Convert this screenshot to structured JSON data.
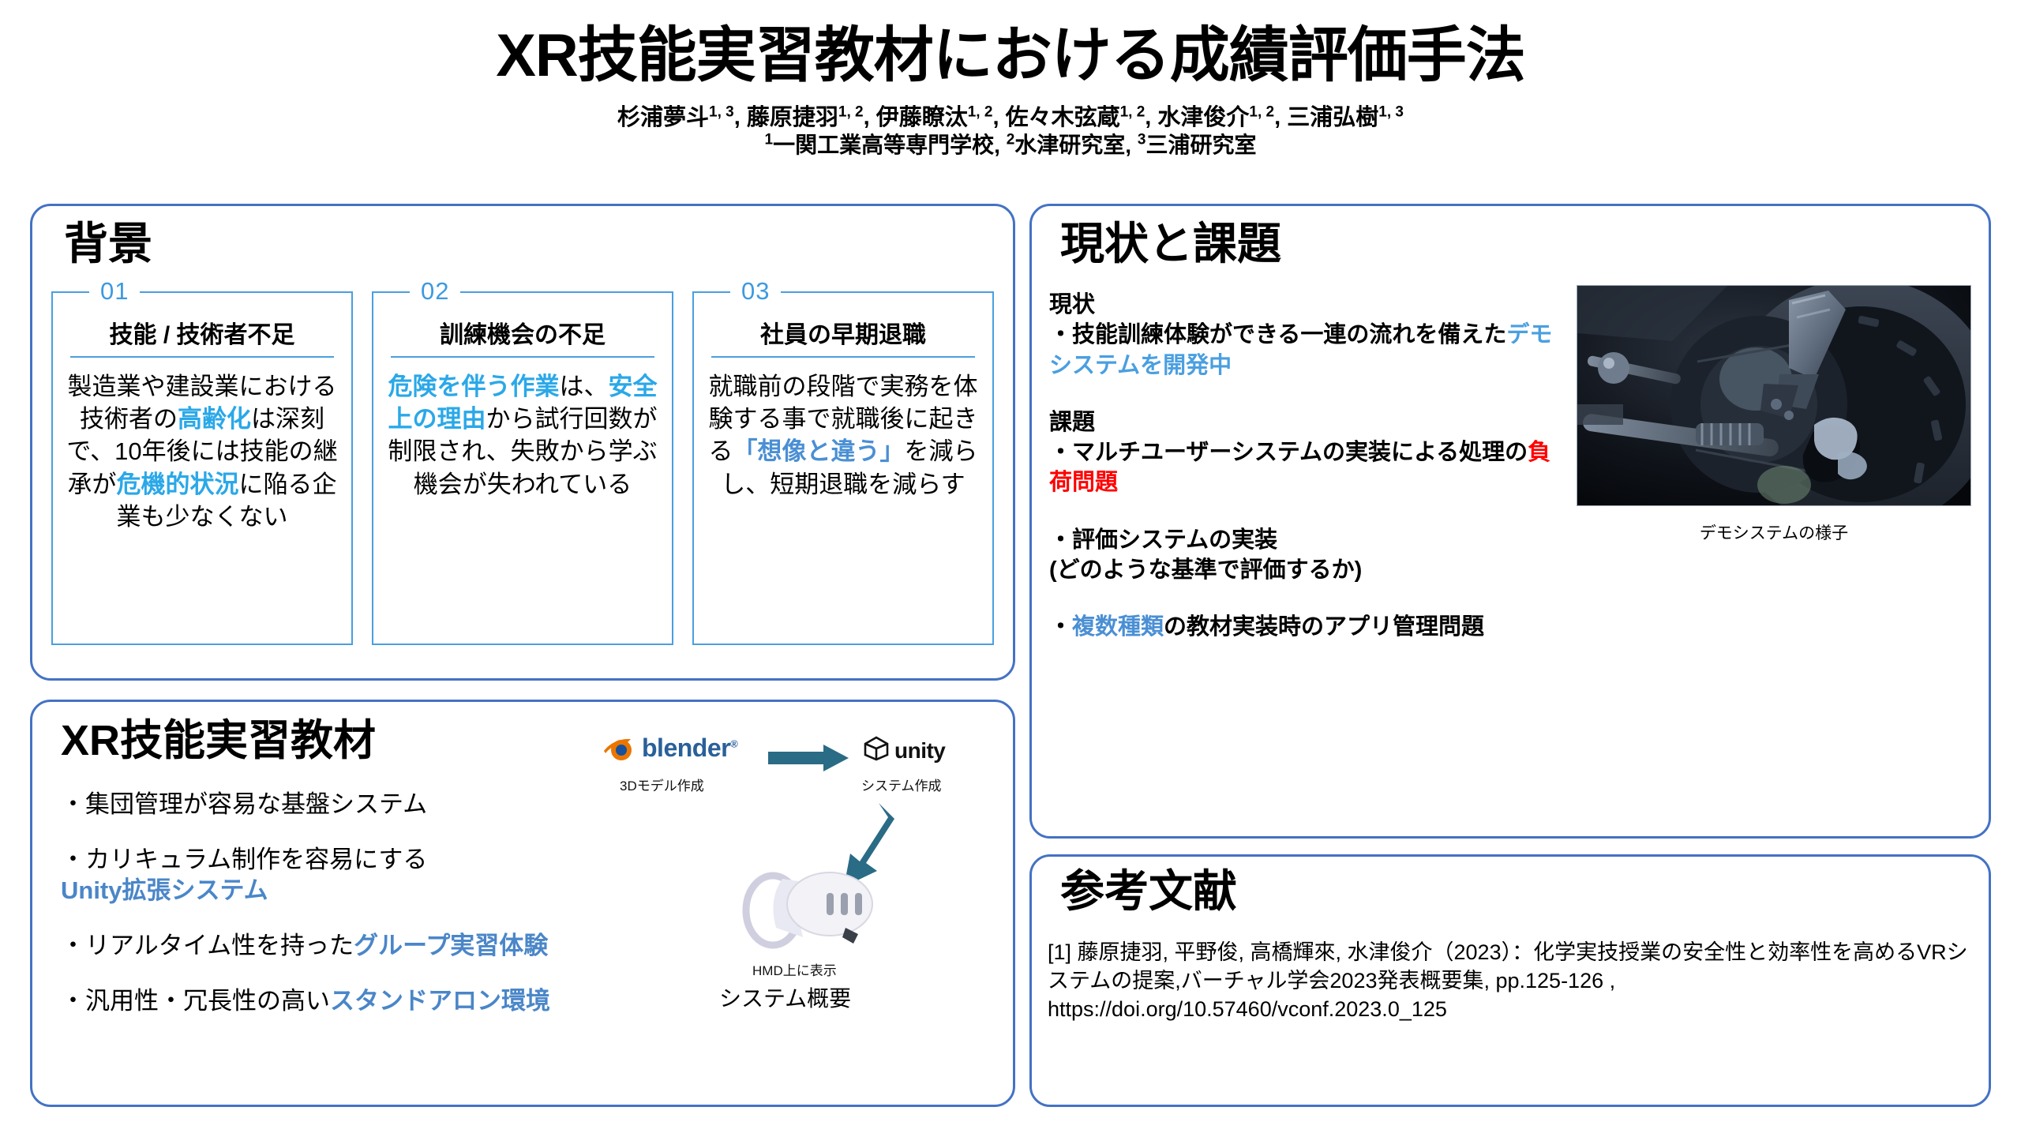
{
  "header": {
    "title": "XR技能実習教材における成績評価手法",
    "authors": [
      {
        "name": "杉浦夢斗",
        "sup": "1, 3"
      },
      {
        "name": "藤原捷羽",
        "sup": "1, 2"
      },
      {
        "name": "伊藤瞭汰",
        "sup": "1, 2"
      },
      {
        "name": "佐々木弦蔵",
        "sup": "1, 2"
      },
      {
        "name": "水津俊介",
        "sup": "1, 2"
      },
      {
        "name": "三浦弘樹",
        "sup": "1, 3"
      }
    ],
    "affiliations": [
      {
        "sup": "1",
        "name": "一関工業高等専門学校"
      },
      {
        "sup": "2",
        "name": "水津研究室"
      },
      {
        "sup": "3",
        "name": "三浦研究室"
      }
    ]
  },
  "background": {
    "title": "背景",
    "cards": [
      {
        "number": "01",
        "heading": "技能 / 技術者不足",
        "body_runs": [
          {
            "text": "製造業や建設業における技術者の",
            "style": "normal"
          },
          {
            "text": "高齢化",
            "style": "hl"
          },
          {
            "text": "は深刻で、10年後には技能の継承が",
            "style": "normal"
          },
          {
            "text": "危機的状況",
            "style": "hl"
          },
          {
            "text": "に陥る企業も少なくない",
            "style": "normal"
          }
        ]
      },
      {
        "number": "02",
        "heading": "訓練機会の不足",
        "body_runs": [
          {
            "text": "危険を伴う作業",
            "style": "hl"
          },
          {
            "text": "は、",
            "style": "normal"
          },
          {
            "text": "安全上の理由",
            "style": "hl"
          },
          {
            "text": "から試行回数が制限され、失敗から学ぶ機会が失われている",
            "style": "normal"
          }
        ]
      },
      {
        "number": "03",
        "heading": "社員の早期退職",
        "body_runs": [
          {
            "text": "就職前の段階で実務を体験する事で就職後に起きる",
            "style": "normal"
          },
          {
            "text": "「想像と違う」",
            "style": "hl2"
          },
          {
            "text": "を減らし、短期退職を減らす",
            "style": "normal"
          }
        ]
      }
    ]
  },
  "xr": {
    "title": "XR技能実習教材",
    "bullets": [
      {
        "runs": [
          {
            "text": "・集団管理が容易な基盤システム",
            "style": "normal"
          }
        ]
      },
      {
        "runs": [
          {
            "text": "・カリキュラム制作を容易にする",
            "style": "normal"
          },
          {
            "text": "Unity拡張システム",
            "style": "accent",
            "newline": true
          }
        ]
      },
      {
        "runs": [
          {
            "text": "・リアルタイム性を持った",
            "style": "normal"
          },
          {
            "text": "グループ実習体験",
            "style": "accent"
          }
        ]
      },
      {
        "runs": [
          {
            "text": "・汎用性・冗長性の高い",
            "style": "normal"
          },
          {
            "text": "スタンドアロン環境",
            "style": "accent"
          }
        ]
      }
    ],
    "diagram": {
      "blender_label": "blender",
      "blender_sup": "®",
      "blender_caption": "3Dモデル作成",
      "unity_label": "unity",
      "unity_caption": "システム作成",
      "hmd_caption": "HMD上に表示",
      "overview_caption": "システム概要",
      "arrow_color": "#2a6b85"
    }
  },
  "status": {
    "title": "現状と課題",
    "current_label": "現状",
    "current_runs": [
      {
        "text": "・技能訓練体験ができる一連の流れを備えた",
        "style": "normal"
      },
      {
        "text": "デモシステムを開発中",
        "style": "cyanblue"
      }
    ],
    "issues_label": "課題",
    "issues": [
      {
        "runs": [
          {
            "text": "・マルチユーザーシステムの実装による処理の",
            "style": "normal"
          },
          {
            "text": "負荷問題",
            "style": "red"
          }
        ]
      },
      {
        "runs": [
          {
            "text": "・評価システムの実装",
            "style": "normal"
          },
          {
            "text": "(どのような基準で評価するか)",
            "style": "normal",
            "newline": true
          }
        ]
      },
      {
        "runs": [
          {
            "text": "・",
            "style": "normal"
          },
          {
            "text": "複数種類",
            "style": "blue"
          },
          {
            "text": "の教材実装時のアプリ管理問題",
            "style": "normal"
          }
        ]
      }
    ],
    "demo_caption": "デモシステムの様子"
  },
  "references": {
    "title": "参考文献",
    "entries": [
      "[1] 藤原捷羽, 平野俊, 高橋輝來, 水津俊介（2023）：化学実技授業の安全性と効率性を高めるVRシステムの提案,バーチャル学会2023発表概要集, pp.125-126 ,",
      "https://doi.org/10.57460/vconf.2023.0_125"
    ]
  },
  "colors": {
    "panel_border": "#4472c4",
    "card_border": "#4a9fe0",
    "highlight_cyan": "#2aa8e8",
    "highlight_blue": "#4a8fd4",
    "accent_blue": "#4a86c8",
    "red": "#ff0000"
  }
}
